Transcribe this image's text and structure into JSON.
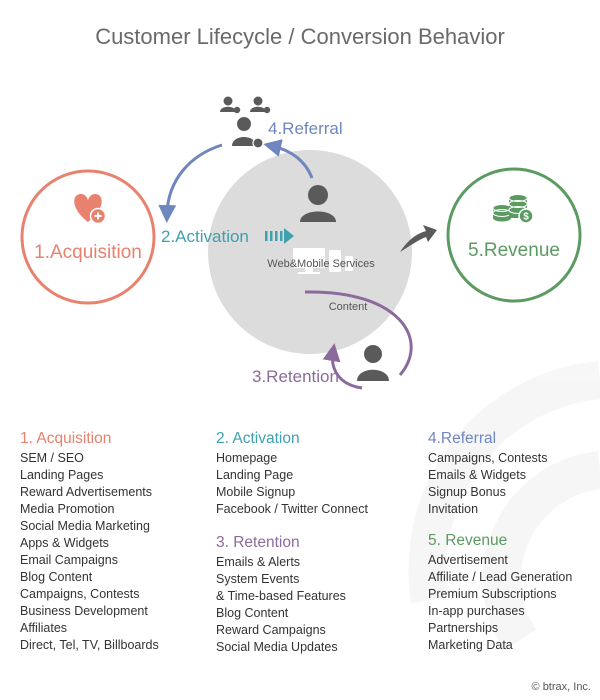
{
  "title": "Customer Lifecycle / Conversion Behavior",
  "colors": {
    "acquisition": "#e8816e",
    "activation": "#3fa0ae",
    "referral": "#6f86bf",
    "retention": "#8a6b9c",
    "revenue": "#5b9b61",
    "center": "#dadada",
    "icon": "#5a5a5a"
  },
  "diagram": {
    "acquisition_label": "1.Acquisition",
    "activation_label": "2.Activation",
    "retention_label": "3.Retention",
    "referral_label": "4.Referral",
    "revenue_label": "5.Revenue",
    "center_label": "Web&Mobile Services",
    "content_label": "Content"
  },
  "lists": {
    "acquisition": {
      "heading": "1. Acquisition",
      "items": [
        "SEM / SEO",
        "Landing Pages",
        "Reward Advertisements",
        "Media Promotion",
        "Social Media Marketing",
        "Apps & Widgets",
        "Email Campaigns",
        "Blog Content",
        "Campaigns, Contests",
        "Business Development",
        "Affiliates",
        "Direct, Tel, TV, Billboards"
      ]
    },
    "activation": {
      "heading": "2. Activation",
      "items": [
        "Homepage",
        "Landing Page",
        "Mobile Signup",
        "Facebook / Twitter Connect"
      ]
    },
    "retention": {
      "heading": "3. Retention",
      "items": [
        "Emails & Alerts",
        "System Events",
        "& Time-based Features",
        "Blog Content",
        "Reward Campaigns",
        "Social Media Updates"
      ]
    },
    "referral": {
      "heading": "4.Referral",
      "items": [
        "Campaigns, Contests",
        "Emails & Widgets",
        "Signup Bonus",
        "Invitation"
      ]
    },
    "revenue": {
      "heading": "5. Revenue",
      "items": [
        "Advertisement",
        "Affiliate / Lead Generation",
        "Premium Subscriptions",
        "In-app purchases",
        "Partnerships",
        "Marketing Data"
      ]
    }
  },
  "copyright": "© btrax, Inc."
}
